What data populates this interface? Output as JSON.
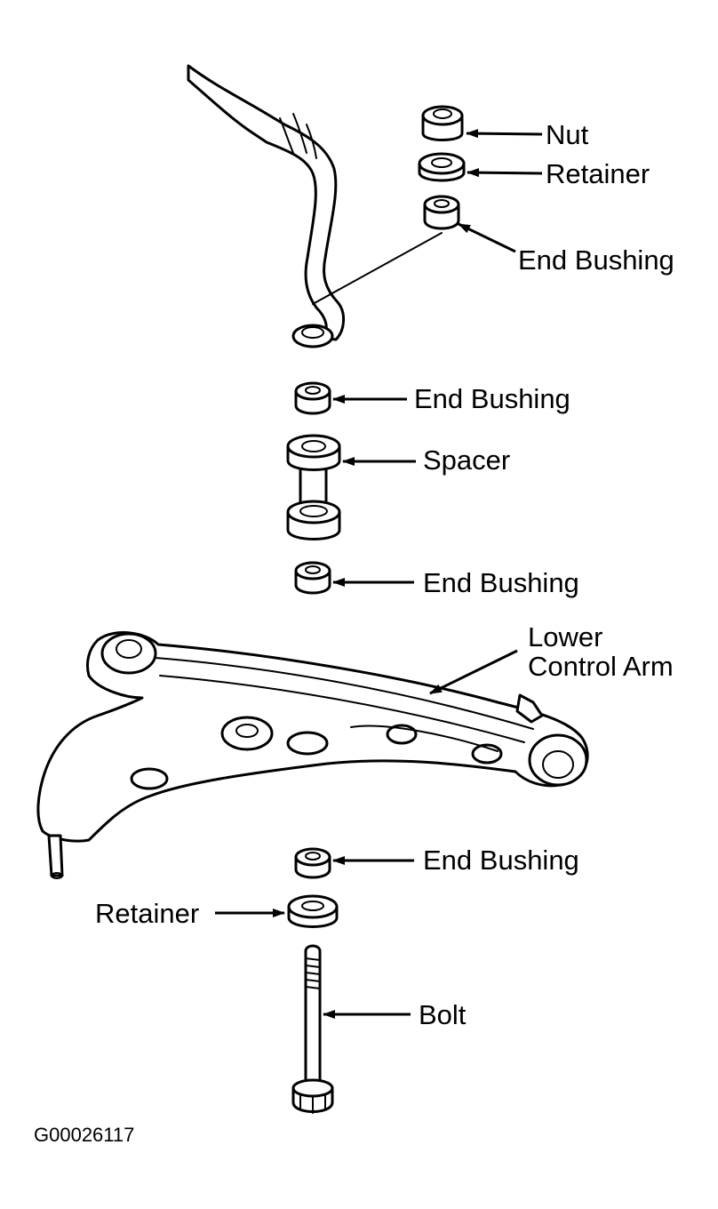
{
  "labels": {
    "nut": "Nut",
    "retainer_top": "Retainer",
    "end_bushing_1": "End Bushing",
    "end_bushing_2": "End Bushing",
    "spacer": "Spacer",
    "end_bushing_3": "End Bushing",
    "lower_control_arm_line1": "Lower",
    "lower_control_arm_line2": "Control Arm",
    "end_bushing_4": "End Bushing",
    "retainer_bottom": "Retainer",
    "bolt": "Bolt"
  },
  "figure_code": "G00026117",
  "colors": {
    "ink": "#000000",
    "paper": "#ffffff"
  }
}
